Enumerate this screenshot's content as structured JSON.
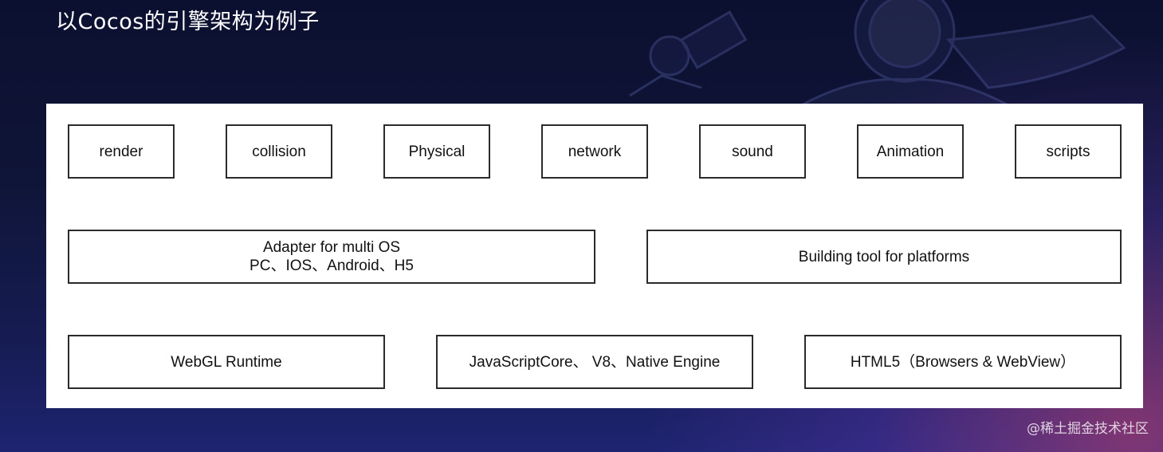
{
  "slide": {
    "title": "以Cocos的引擎架构为例子",
    "watermark": "@稀土掘金技术社区"
  },
  "diagram": {
    "modules": [
      "render",
      "collision",
      "Physical",
      "network",
      "sound",
      "Animation",
      "scripts"
    ],
    "middle": {
      "adapter_line1": "Adapter for multi OS",
      "adapter_line2": "PC、IOS、Android、H5",
      "building_tool": "Building tool for platforms"
    },
    "runtimes": [
      "WebGL Runtime",
      "JavaScriptCore、 V8、Native Engine",
      "HTML5（Browsers & WebView）"
    ]
  },
  "colors": {
    "background": "#0f1538",
    "panel": "#ffffff",
    "box_border": "#2b2b2b",
    "title_text": "#ffffff"
  }
}
